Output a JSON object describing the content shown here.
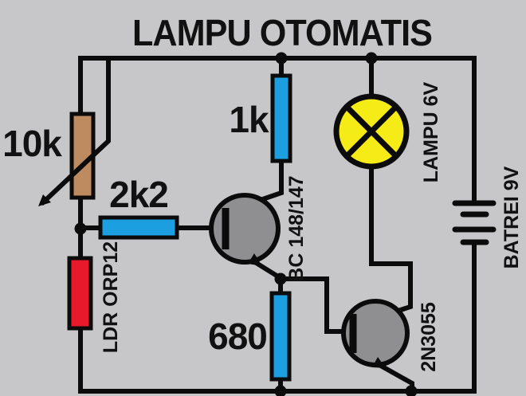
{
  "title": "LAMPU OTOMATIS",
  "components": {
    "potentiometer": {
      "label": "10k"
    },
    "resistor_2k2": {
      "label": "2k2"
    },
    "resistor_1k": {
      "label": "1k"
    },
    "resistor_680": {
      "label": "680"
    },
    "ldr": {
      "label": "LDR ORP12"
    },
    "transistor_bc": {
      "label": "BC 148/147"
    },
    "transistor_2n3055": {
      "label": "2N3055"
    },
    "lamp": {
      "label": "LAMPU 6V"
    },
    "battery": {
      "label": "BATREI  9V"
    }
  },
  "colors": {
    "background": "#C7C7C9",
    "wire_black": "#0B0B0B",
    "resistor_blue": "#1C9FE0",
    "potentiometer_tan": "#BE8A5F",
    "ldr_red": "#E8192B",
    "lamp_yellow": "#F5EB16",
    "transistor_gray": "#8F8F91",
    "text_black": "#111111"
  }
}
